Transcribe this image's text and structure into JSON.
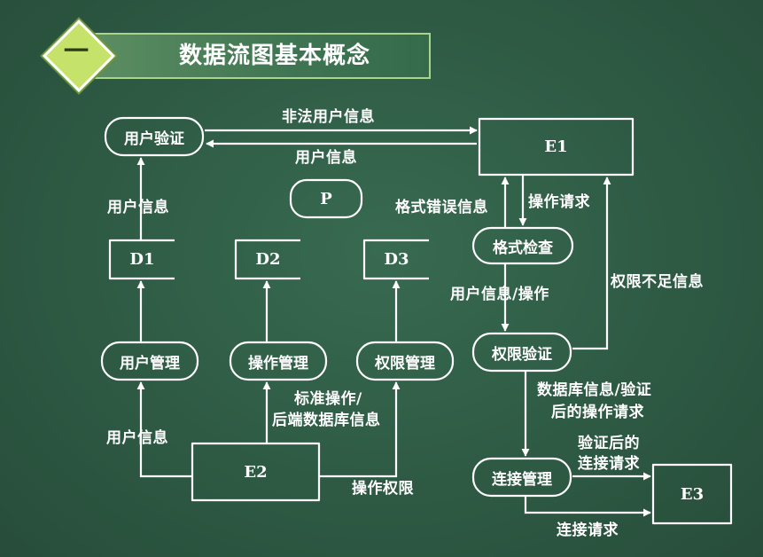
{
  "header": {
    "number": "一",
    "title": "数据流图基本概念"
  },
  "processes": {
    "user_auth": "用户验证",
    "p": "P",
    "format_check": "格式检查",
    "permission_auth": "权限验证",
    "user_mgmt": "用户管理",
    "op_mgmt": "操作管理",
    "perm_mgmt": "权限管理",
    "conn_mgmt": "连接管理"
  },
  "stores": {
    "d1": "D1",
    "d2": "D2",
    "d3": "D3"
  },
  "entities": {
    "e1": "E1",
    "e2": "E2",
    "e3": "E3"
  },
  "flows": {
    "illegal_user_info": "非法用户信息",
    "user_info_top": "用户信息",
    "user_info_left": "用户信息",
    "format_error_info": "格式错误信息",
    "op_request": "操作请求",
    "user_info_op": "用户信息/操作",
    "insufficient_perm": "权限不足信息",
    "db_info_line1": "数据库信息/验证",
    "db_info_line2": "后的操作请求",
    "std_op_line1": "标准操作/",
    "std_op_line2": "后端数据库信息",
    "user_info_bottom": "用户信息",
    "op_permission": "操作权限",
    "verified_line1": "验证后的",
    "verified_line2": "连接请求",
    "conn_request": "连接请求"
  },
  "colors": {
    "board": "#2f5b45",
    "chalk": "#ffffff",
    "badge": "#c5e36a",
    "banner_border": "#a8d48c"
  }
}
